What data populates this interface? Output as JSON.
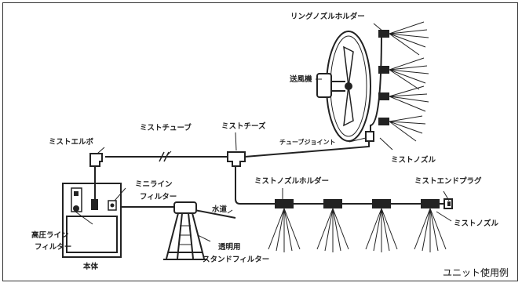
{
  "labels": {
    "ring_nozzle_holder": "リングノズルホルダー",
    "fan": "送風機",
    "mist_tube": "ミストチューブ",
    "mist_elbow": "ミストエルボ",
    "mist_tee": "ミストチーズ",
    "tube_joint": "チューブジョイント",
    "mist_nozzle_top": "ミストノズル",
    "mini_line_filter_1": "ミニライン",
    "mini_line_filter_2": "フィルター",
    "mist_nozzle_holder": "ミストノズルホルダー",
    "mist_end_plug": "ミストエンドプラグ",
    "mist_nozzle_bottom": "ミストノズル",
    "water_supply": "水道",
    "hp_line_filter_1": "高圧ライン",
    "hp_line_filter_2": "フィルター",
    "transparent_filter_1": "透明用",
    "transparent_filter_2": "スタンドフィルター",
    "main_unit": "本体",
    "caption": "ユニット使用例"
  }
}
